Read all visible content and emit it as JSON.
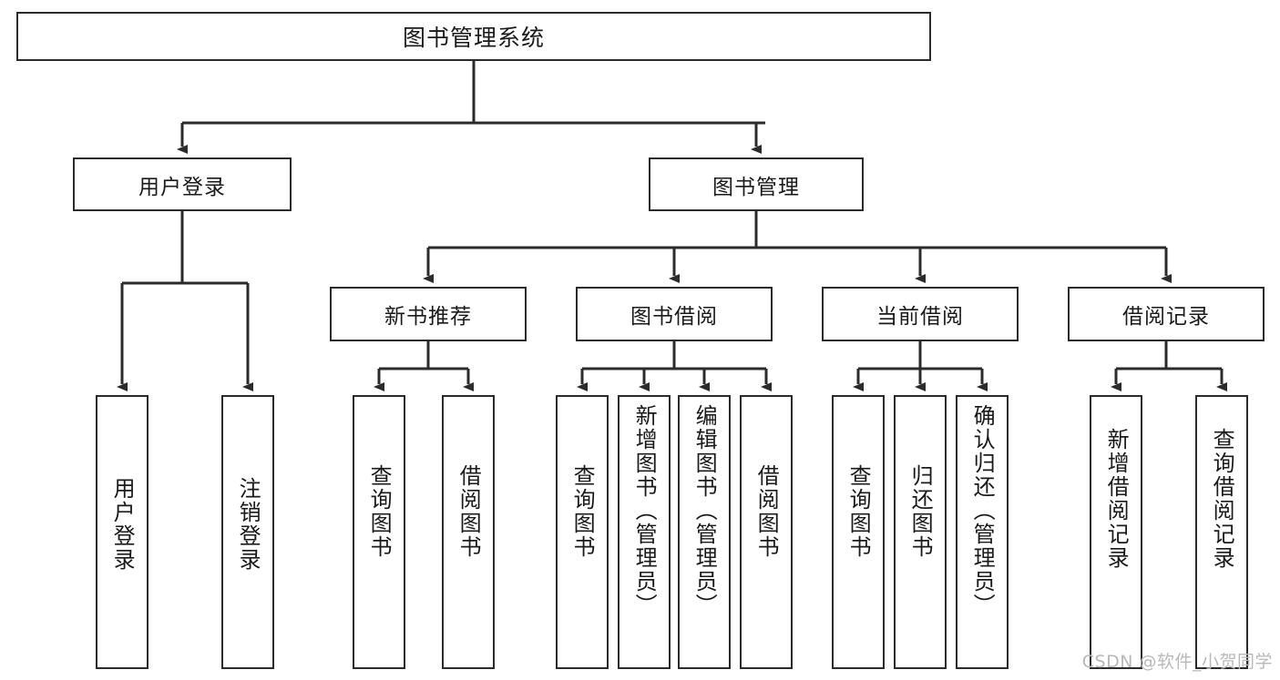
{
  "diagram": {
    "title": "图书管理系统",
    "root": {
      "label": "图书管理系统"
    },
    "level2": [
      {
        "id": "user-login",
        "label": "用户登录"
      },
      {
        "id": "book-manage",
        "label": "图书管理"
      }
    ],
    "level3": [
      {
        "id": "new-book-recommend",
        "label": "新书推荐"
      },
      {
        "id": "book-borrow",
        "label": "图书借阅"
      },
      {
        "id": "current-borrow",
        "label": "当前借阅"
      },
      {
        "id": "borrow-record",
        "label": "借阅记录"
      }
    ],
    "leaves": {
      "user_login": [
        {
          "id": "leaf-user-login",
          "label": "用户登录"
        },
        {
          "id": "leaf-logout-login",
          "label": "注销登录"
        }
      ],
      "new_book_recommend": [
        {
          "id": "leaf-query-book-1",
          "label": "查询图书"
        },
        {
          "id": "leaf-borrow-book-1",
          "label": "借阅图书"
        }
      ],
      "book_borrow": [
        {
          "id": "leaf-query-book-2",
          "label": "查询图书"
        },
        {
          "id": "leaf-add-book",
          "label": "新增图书（管理员）"
        },
        {
          "id": "leaf-edit-book",
          "label": "编辑图书（管理员）"
        },
        {
          "id": "leaf-borrow-book-2",
          "label": "借阅图书"
        }
      ],
      "current_borrow": [
        {
          "id": "leaf-query-book-3",
          "label": "查询图书"
        },
        {
          "id": "leaf-return-book",
          "label": "归还图书"
        },
        {
          "id": "leaf-confirm-return",
          "label": "确认归还（管理员）"
        }
      ],
      "borrow_record": [
        {
          "id": "leaf-add-record",
          "label": "新增借阅记录"
        },
        {
          "id": "leaf-query-record",
          "label": "查询借阅记录"
        }
      ]
    }
  },
  "watermark": {
    "text": "CSDN @软件_小贺同学"
  },
  "colors": {
    "stroke": "#2b2b2b",
    "background": "#ffffff",
    "text": "#1a1a1a",
    "watermark": "#b9b9b9"
  }
}
